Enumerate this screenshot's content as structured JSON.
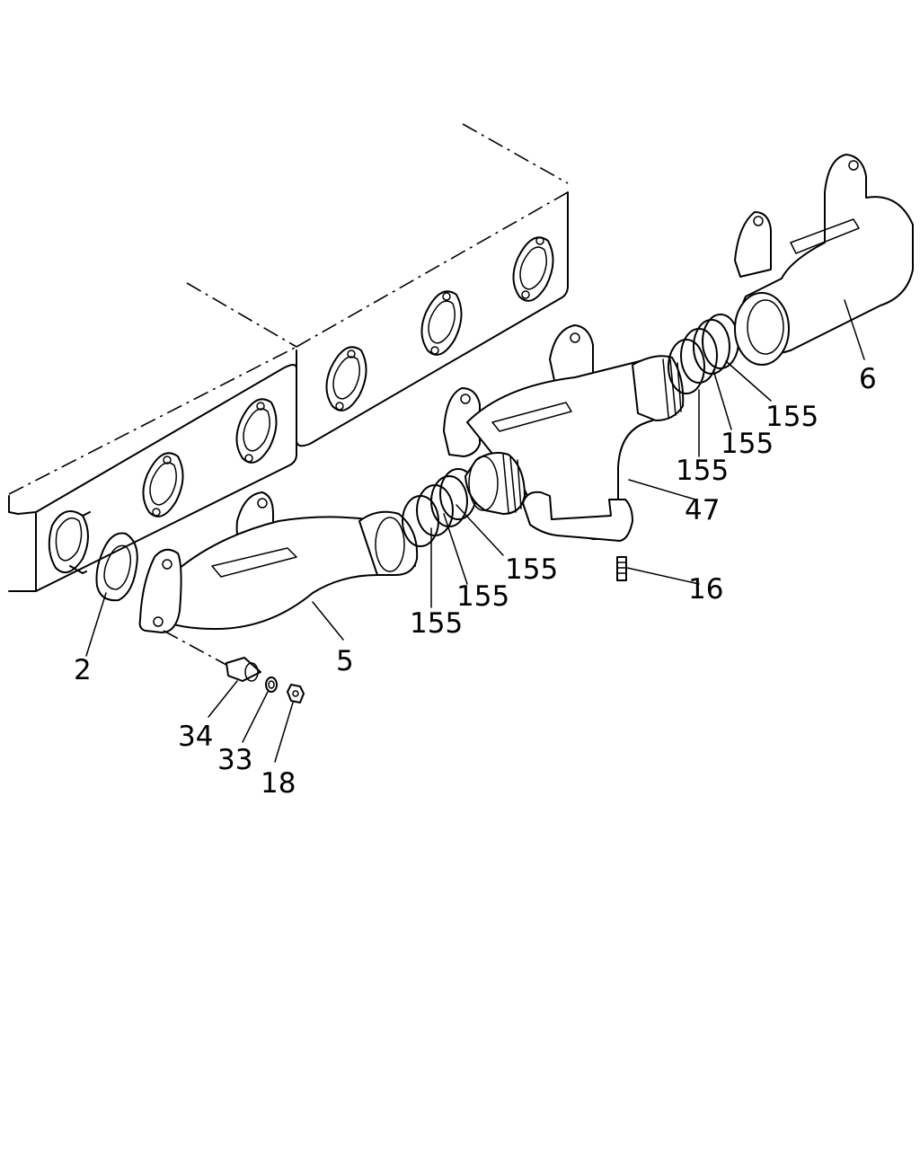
{
  "diagram": {
    "callouts": [
      {
        "id": "c2",
        "label": "2"
      },
      {
        "id": "c5",
        "label": "5"
      },
      {
        "id": "c6",
        "label": "6"
      },
      {
        "id": "c16",
        "label": "16"
      },
      {
        "id": "c18",
        "label": "18"
      },
      {
        "id": "c33",
        "label": "33"
      },
      {
        "id": "c34",
        "label": "34"
      },
      {
        "id": "c47",
        "label": "47"
      },
      {
        "id": "c155a",
        "label": "155"
      },
      {
        "id": "c155b",
        "label": "155"
      },
      {
        "id": "c155c",
        "label": "155"
      },
      {
        "id": "c155d",
        "label": "155"
      },
      {
        "id": "c155e",
        "label": "155"
      },
      {
        "id": "c155f",
        "label": "155"
      }
    ]
  }
}
